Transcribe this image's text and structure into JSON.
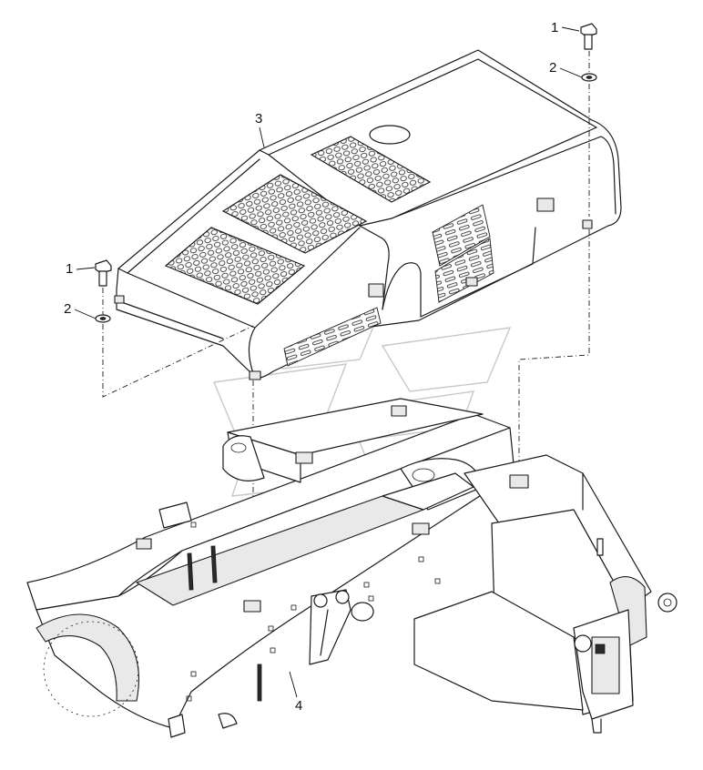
{
  "callouts": [
    {
      "id": "c1a",
      "label": "1"
    },
    {
      "id": "c2a",
      "label": "2"
    },
    {
      "id": "c3",
      "label": "3"
    },
    {
      "id": "c1b",
      "label": "1"
    },
    {
      "id": "c2b",
      "label": "2"
    },
    {
      "id": "c4",
      "label": "4"
    }
  ],
  "colors": {
    "line": "#1a1a1a",
    "watermark": "#c8c8c8",
    "background": "#ffffff"
  }
}
